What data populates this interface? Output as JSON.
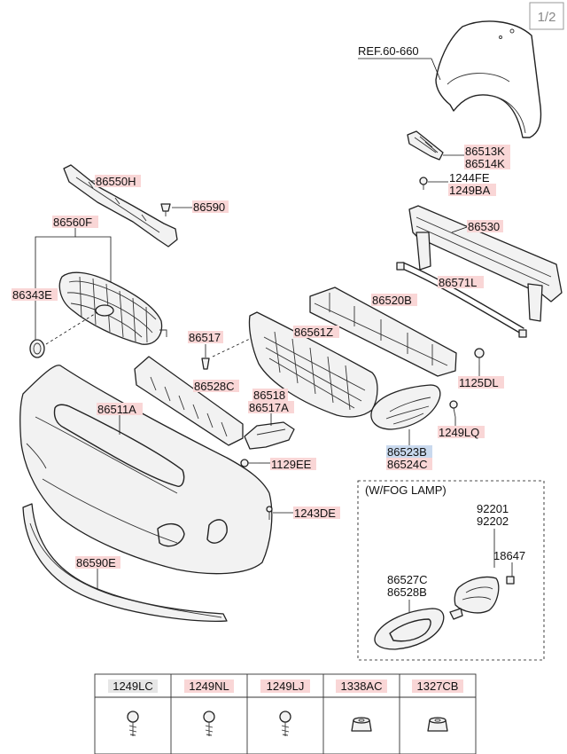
{
  "page_indicator": "1/2",
  "ref_label": "REF.60-660",
  "fog_lamp_box_title": "(W/FOG LAMP)",
  "labels": {
    "p86513K": "86513K",
    "p86514K": "86514K",
    "p1244FE": "1244FE",
    "p1249BA": "1249BA",
    "p86550H": "86550H",
    "p86590": "86590",
    "p86560F": "86560F",
    "p86530": "86530",
    "p86343E": "86343E",
    "p86571L": "86571L",
    "p86520B": "86520B",
    "p86517": "86517",
    "p86561Z": "86561Z",
    "p1125DL": "1125DL",
    "p86528C": "86528C",
    "p86518": "86518",
    "p86517A": "86517A",
    "p86511A": "86511A",
    "p1249LQ": "1249LQ",
    "p86523B": "86523B",
    "p86524C": "86524C",
    "p1129EE": "1129EE",
    "p1243DE": "1243DE",
    "p86590E": "86590E",
    "p92201": "92201",
    "p92202": "92202",
    "p18647": "18647",
    "p86527C": "86527C",
    "p86528B": "86528B"
  },
  "fastener_table": [
    "1249LC",
    "1249NL",
    "1249LJ",
    "1338AC",
    "1327CB"
  ],
  "colors": {
    "highlight": "#f9d6d6",
    "selected": "#c9d9ee",
    "ink": "#222222"
  }
}
